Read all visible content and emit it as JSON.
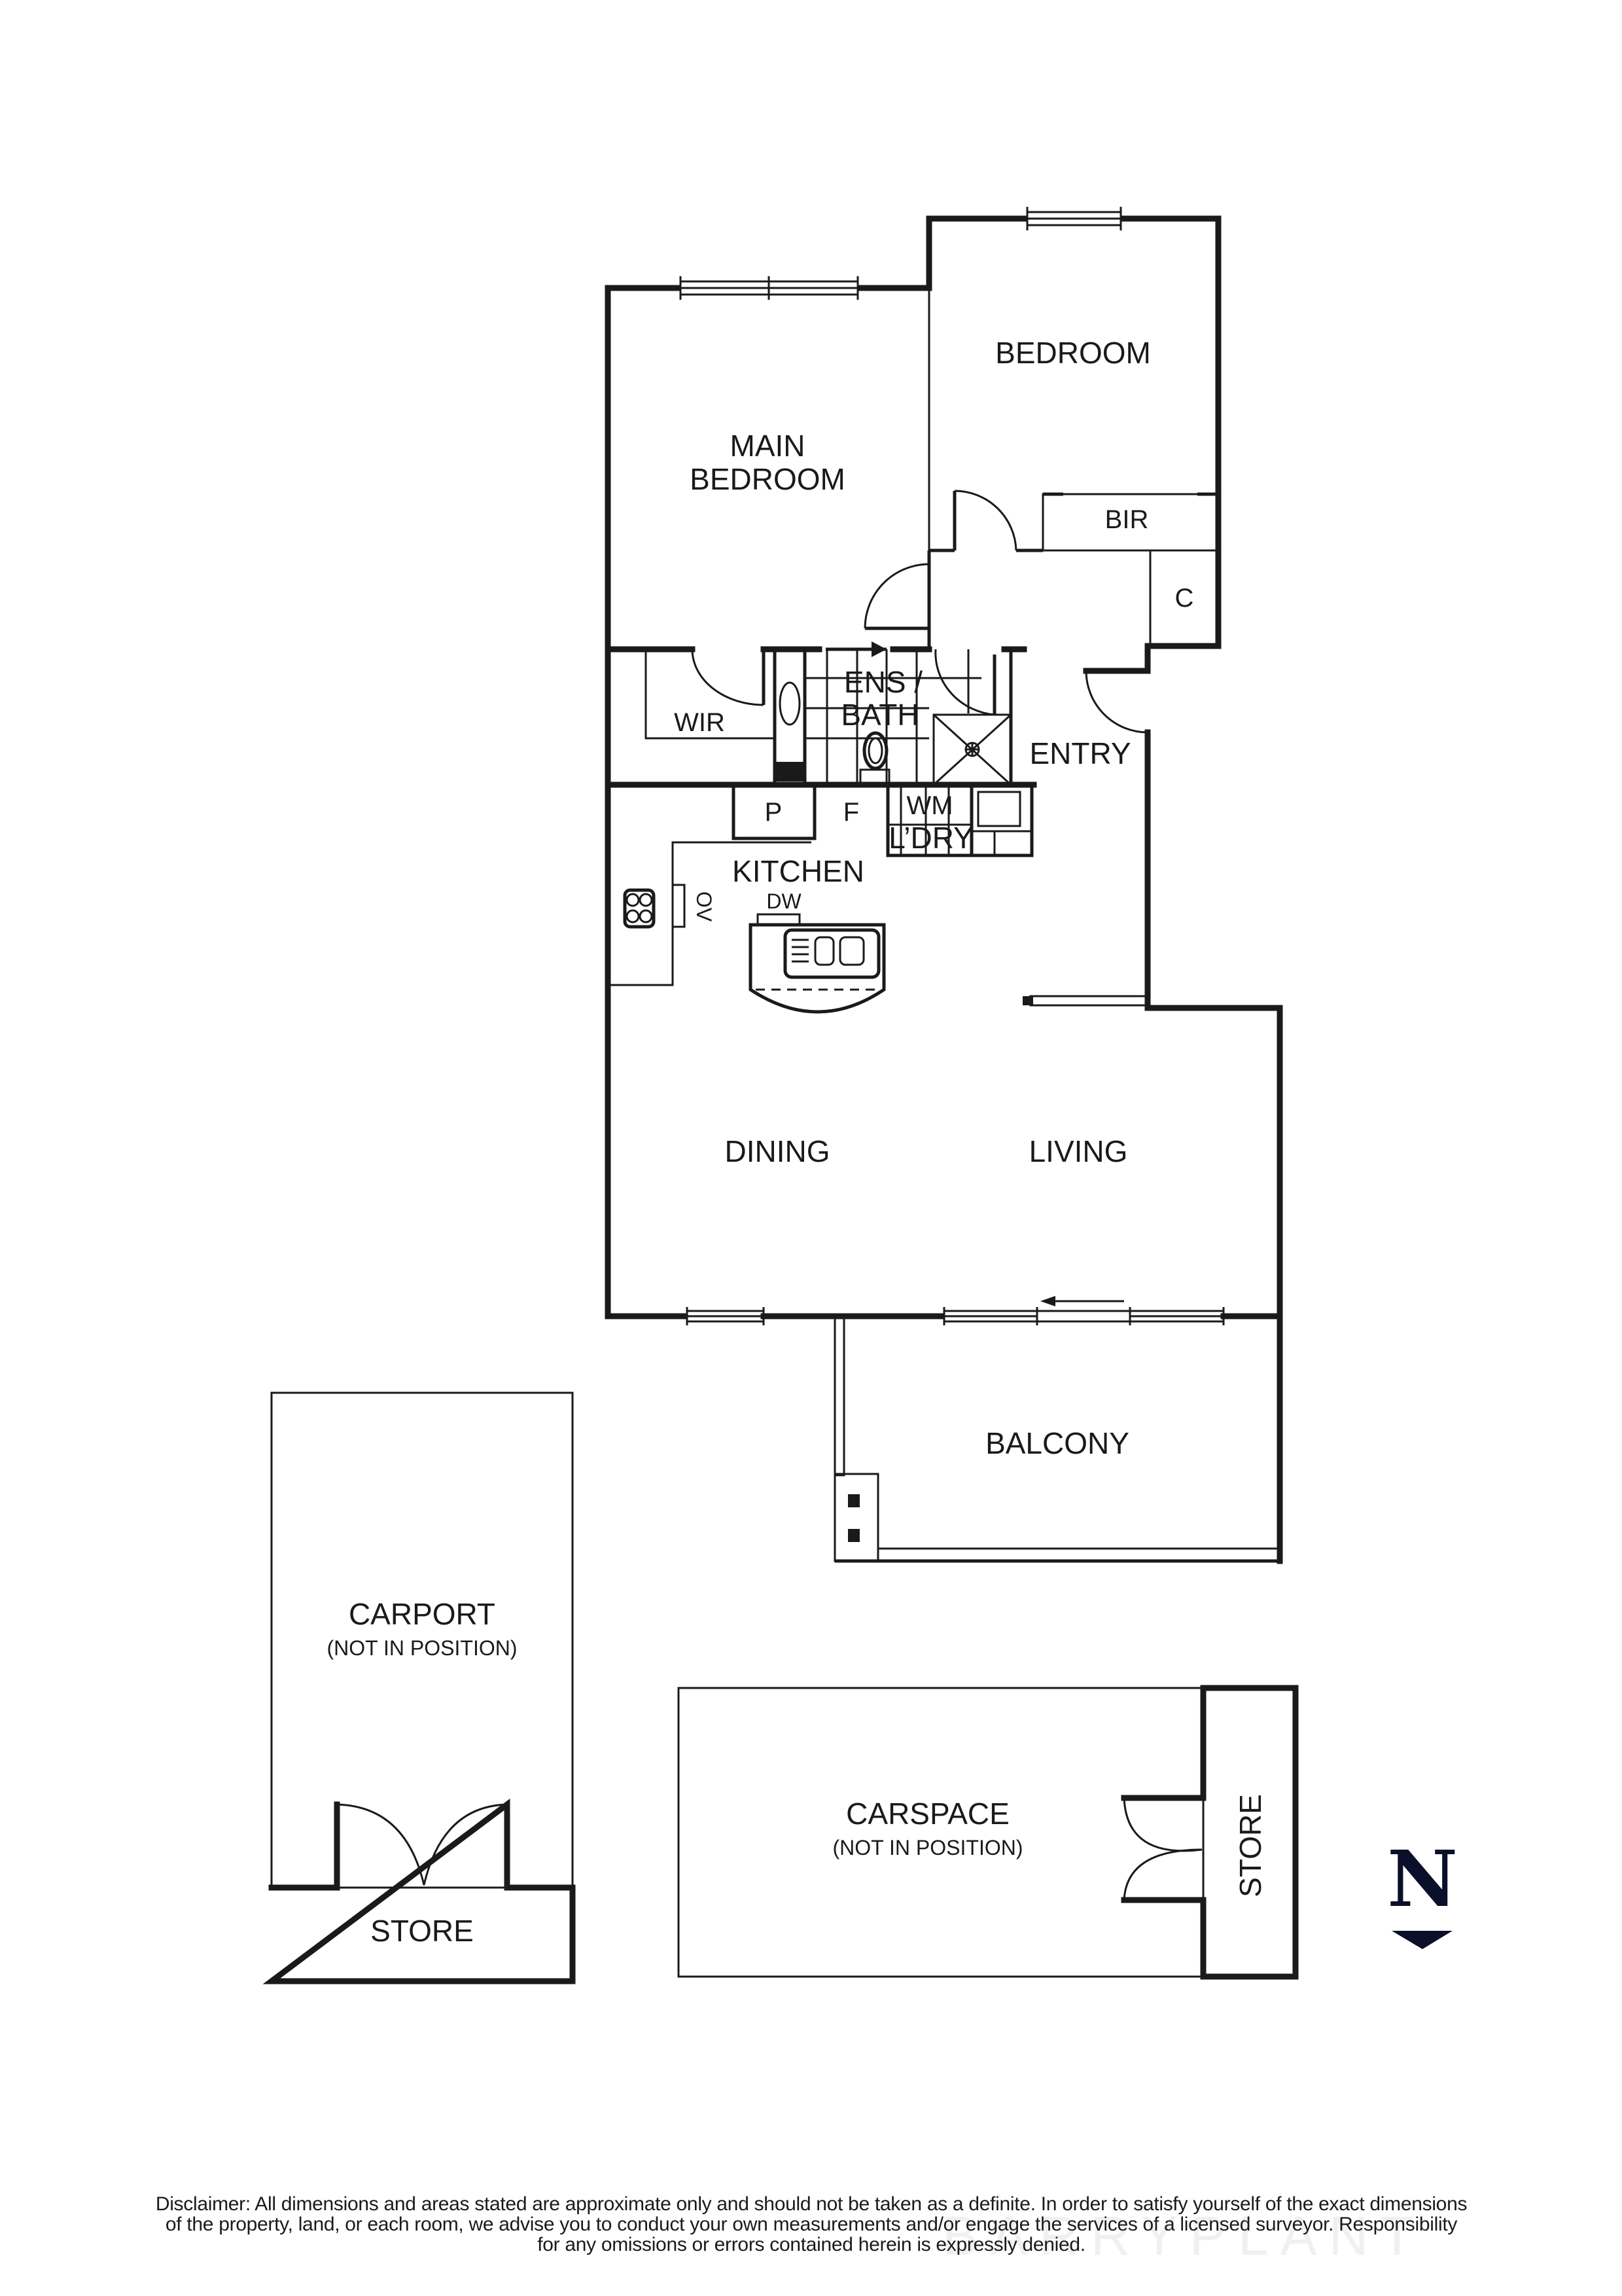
{
  "floorplan": {
    "rooms": {
      "main_bedroom": [
        "MAIN",
        "BEDROOM"
      ],
      "bedroom": "BEDROOM",
      "bir": "BIR",
      "cupboard": "C",
      "wir": "WIR",
      "ensuite_bath": [
        "ENS /",
        "BATH"
      ],
      "entry": "ENTRY",
      "pantry": "P",
      "fridge": "F",
      "washing_machine": "WM",
      "laundry": "L’DRY",
      "kitchen": "KITCHEN",
      "dishwasher": "DW",
      "oven": "OV",
      "dining": "DINING",
      "living": "LIVING",
      "balcony": "BALCONY"
    },
    "carport": {
      "label": "CARPORT",
      "note": "(NOT IN POSITION)",
      "store": "STORE"
    },
    "carspace": {
      "label": "CARSPACE",
      "note": "(NOT IN POSITION)",
      "store": "STORE"
    },
    "compass": {
      "letter": "N",
      "icon": "north-arrow-icon",
      "color": "#0b0f2a"
    },
    "wall_color": "#1a1a1a"
  },
  "disclaimer": {
    "lines": [
      "Disclaimer: All dimensions and areas stated are approximate only and should not be taken as a definite. In order to satisfy yourself of the exact dimensions",
      "of the property, land, or each room, we advise you to conduct your own measurements and/or engage the services of a licensed surveyor. Responsibility",
      "for any omissions or errors contained herein is expressly denied."
    ]
  },
  "watermark": "BARRYPLANT"
}
